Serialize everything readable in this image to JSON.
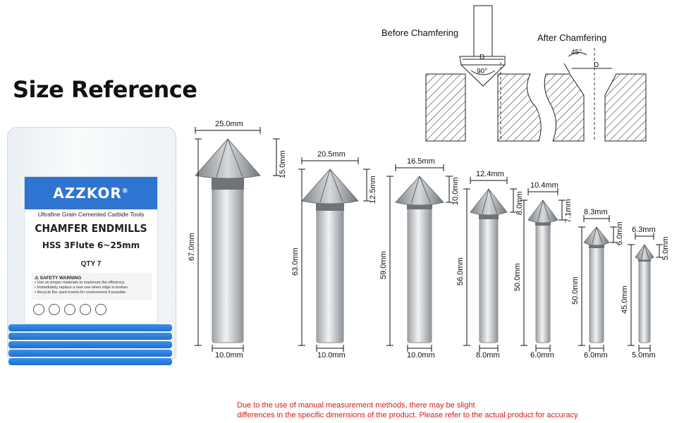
{
  "title": "Size Reference",
  "box": {
    "brand": "AZZKOR",
    "trademark": "®",
    "subtitle": "Ultrafine Grain Cemented Carbide Tools",
    "product": "CHAMFER ENDMILLS",
    "spec": "HSS 3Flute 6~25mm",
    "qty": "QTY 7",
    "warning_title": "SAFETY WARNING",
    "warning_lines": [
      "• Use on proper materials to maximum the efficiency.",
      "• Immediately replace a new one when edge is broken.",
      "• Recycle the used inserts for environment if possible."
    ]
  },
  "diagram": {
    "before_label": "Before Chamfering",
    "after_label": "After Chamfering",
    "d_label": "D",
    "angle_90": "90°",
    "angle_45": "45°"
  },
  "tools": [
    {
      "head": "25.0mm",
      "height": "15.0mm",
      "length": "67.0mm",
      "shank": "10.0mm"
    },
    {
      "head": "20.5mm",
      "height": "12.5mm",
      "length": "63.0mm",
      "shank": "10.0mm"
    },
    {
      "head": "16.5mm",
      "height": "10.0mm",
      "length": "59.0mm",
      "shank": "10.0mm"
    },
    {
      "head": "12.4mm",
      "height": "8.0mm",
      "length": "56.0mm",
      "shank": "8.0mm"
    },
    {
      "head": "10.4mm",
      "height": "7.1mm",
      "length": "50.0mm",
      "shank": "6.0mm"
    },
    {
      "head": "8.3mm",
      "height": "6.0mm",
      "length": "50.0mm",
      "shank": "6.0mm"
    },
    {
      "head": "6.3mm",
      "height": "5.0mm",
      "length": "45.0mm",
      "shank": "5.0mm"
    }
  ],
  "note": {
    "line1": "Due to the use of manual measurement methods, there may be slight",
    "line2": "differences in the specific dimensions of the product. Please refer to the actual product for accuracy"
  },
  "colors": {
    "label_blue": "#2f74d0",
    "note_red": "#e01616",
    "tray_blue": "#1f6fd1"
  }
}
